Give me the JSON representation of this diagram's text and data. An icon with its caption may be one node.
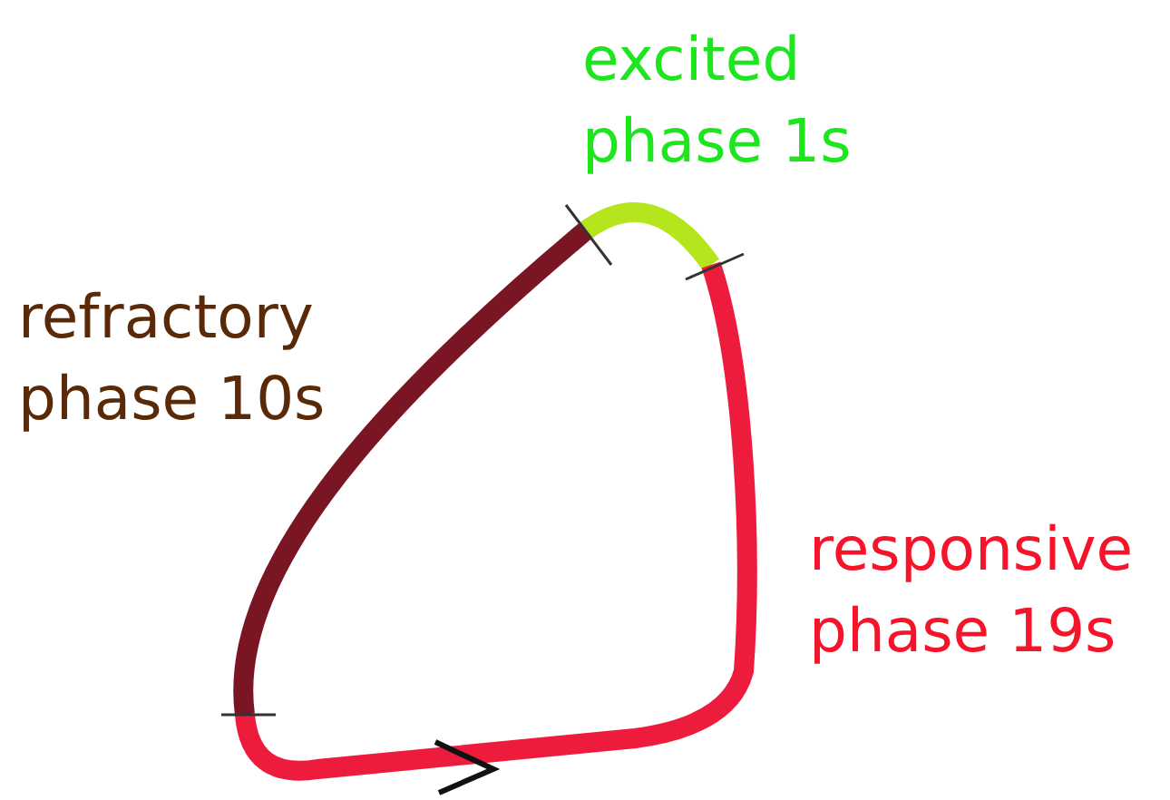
{
  "diagram": {
    "labels": [
      "excited phase 1s",
      "refractory phase 10s",
      "responsive phase 19s"
    ]
  }
}
